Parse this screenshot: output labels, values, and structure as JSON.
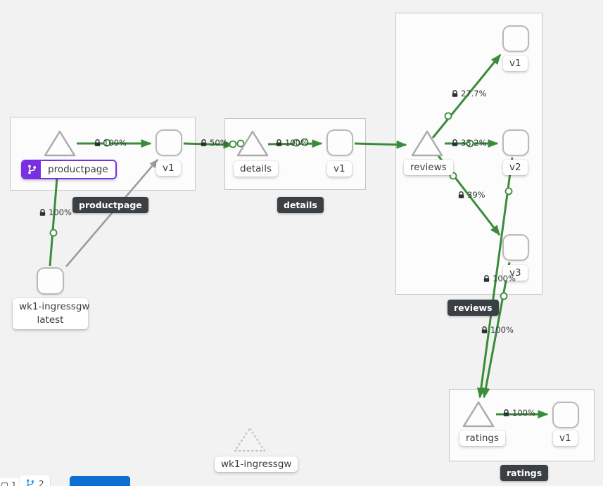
{
  "colors": {
    "edge_green": "#3a8c3a",
    "edge_gray": "#9a9da0",
    "badge_bg": "#3b4045",
    "vs_purple": "#7a30e0",
    "button_blue": "#0b6fd4"
  },
  "nodes": {
    "productpage_service": "productpage",
    "productpage_v1": "v1",
    "details_service": "details",
    "details_v1": "v1",
    "reviews_service": "reviews",
    "reviews_v1": "v1",
    "reviews_v2": "v2",
    "reviews_v3": "v3",
    "ratings_service": "ratings",
    "ratings_v1": "v1",
    "ingress_workload": "wk1-ingressgw",
    "ingress_workload_version": "latest",
    "ingress_ghost": "wk1-ingressgw"
  },
  "group_badges": {
    "productpage": "productpage",
    "details": "details",
    "reviews": "reviews",
    "ratings": "ratings"
  },
  "edge_labels": {
    "gateway_to_productpage": "100%",
    "productpage_to_v1": "100%",
    "productpage_v1_to_details": "50%",
    "details_to_v1": "100%",
    "reviews_to_v1": "27.7%",
    "reviews_to_v2": "33.2%",
    "reviews_to_v3": "39%",
    "reviews_v2_to_ratings": "100%",
    "reviews_v3_to_ratings": "100%",
    "ratings_to_v1": "100%"
  },
  "footer": {
    "chip1_count": "1",
    "chip2_count": "2"
  }
}
